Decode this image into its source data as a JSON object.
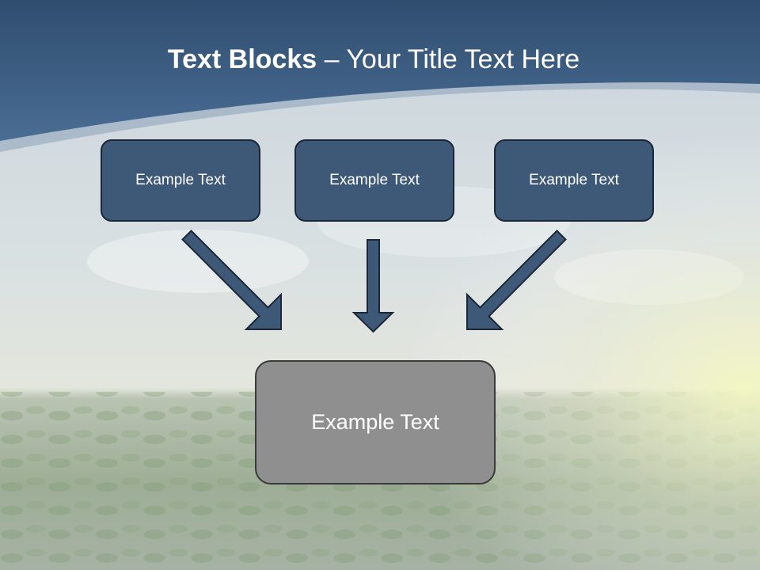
{
  "slide": {
    "title_bold": "Text Blocks",
    "title_rest": " – Your Title Text Here",
    "blocks": [
      {
        "label": "Example Text"
      },
      {
        "label": "Example Text"
      },
      {
        "label": "Example Text"
      }
    ],
    "center": {
      "label": "Example Text"
    }
  },
  "colors": {
    "header": "#3f6086",
    "box_fill": "#3e5978",
    "box_border": "#1b2738",
    "center_fill": "#8f8f8f",
    "arrow_fill": "#3e5978"
  }
}
